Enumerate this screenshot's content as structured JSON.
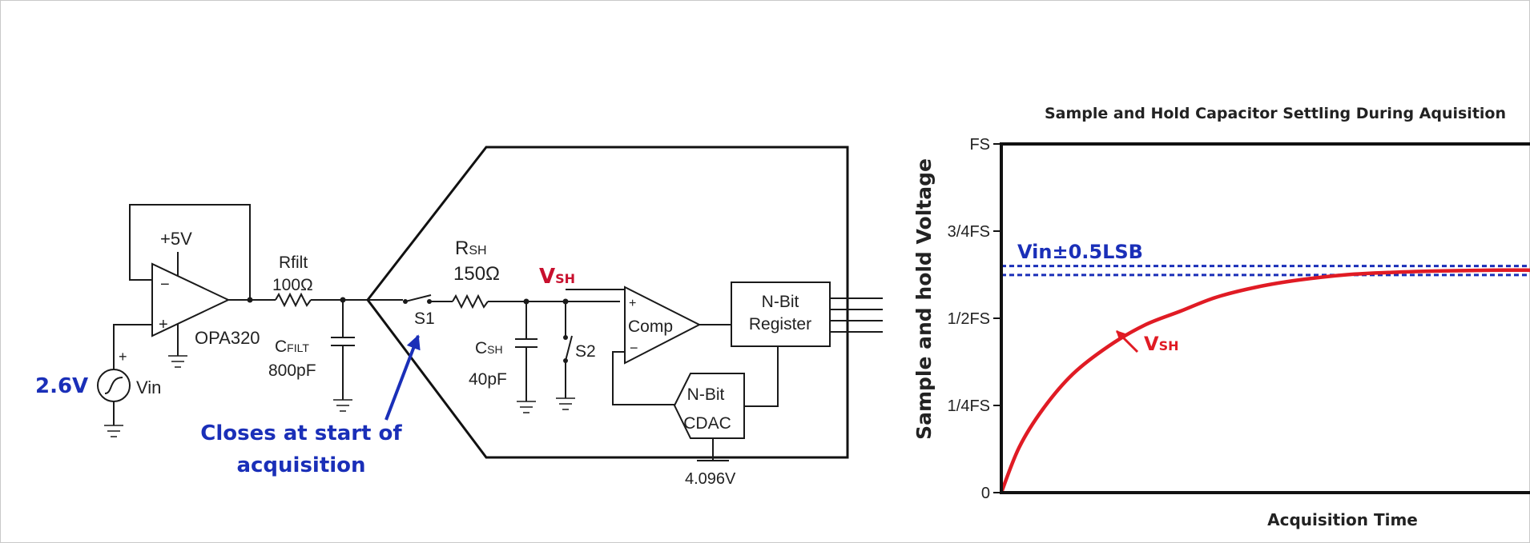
{
  "schematic": {
    "supply": "+5V",
    "opamp_name": "OPA320",
    "opamp_minus": "−",
    "opamp_plus": "+",
    "source_plus": "+",
    "source_voltage": "2.6V",
    "source_name": "Vin",
    "rfilt_name": "Rfilt",
    "rfilt_value": "100Ω",
    "cfilt_name": "C",
    "cfilt_sub": "FILT",
    "cfilt_value": "800pF",
    "rsh_name": "R",
    "rsh_sub": "SH",
    "rsh_value": "150Ω",
    "vsh_name": "V",
    "vsh_sub": "SH",
    "switch1": "S1",
    "switch2": "S2",
    "csh_name": "C",
    "csh_sub": "SH",
    "csh_value": "40pF",
    "comparator": "Comp",
    "comp_plus": "+",
    "comp_minus": "−",
    "register_line1": "N-Bit",
    "register_line2": "Register",
    "cdac_line1": "N-Bit",
    "cdac_line2": "CDAC",
    "reference": "4.096V",
    "annotation_line1": "Closes at start of",
    "annotation_line2": "acquisition",
    "colors": {
      "highlight": "#c8102e",
      "annotation": "#1a2fb8"
    }
  },
  "chart_data": {
    "type": "line",
    "title": "Sample and Hold Capacitor Settling During Aquisition",
    "xlabel": "Acquisition Time",
    "ylabel": "Sample and hold Voltage",
    "yticks": [
      "0",
      "1/4FS",
      "1/2FS",
      "3/4FS",
      "FS"
    ],
    "ylim": [
      0,
      1
    ],
    "xlim": [
      0,
      1
    ],
    "grid": false,
    "target_band": {
      "label": "Vin±0.5LSB",
      "upper": 0.65,
      "lower": 0.624
    },
    "series": [
      {
        "name": "V",
        "name_sub": "SH",
        "x": [
          0,
          0.03,
          0.07,
          0.12,
          0.18,
          0.24,
          0.3,
          0.36,
          0.43,
          0.5,
          0.58,
          0.66,
          0.74,
          0.82,
          0.9,
          1.0
        ],
        "y": [
          0,
          0.13,
          0.24,
          0.34,
          0.42,
          0.48,
          0.52,
          0.56,
          0.59,
          0.61,
          0.625,
          0.632,
          0.636,
          0.638,
          0.638,
          0.638
        ]
      }
    ],
    "colors": {
      "curve": "#e01b24",
      "band": "#1a2fb8"
    }
  }
}
